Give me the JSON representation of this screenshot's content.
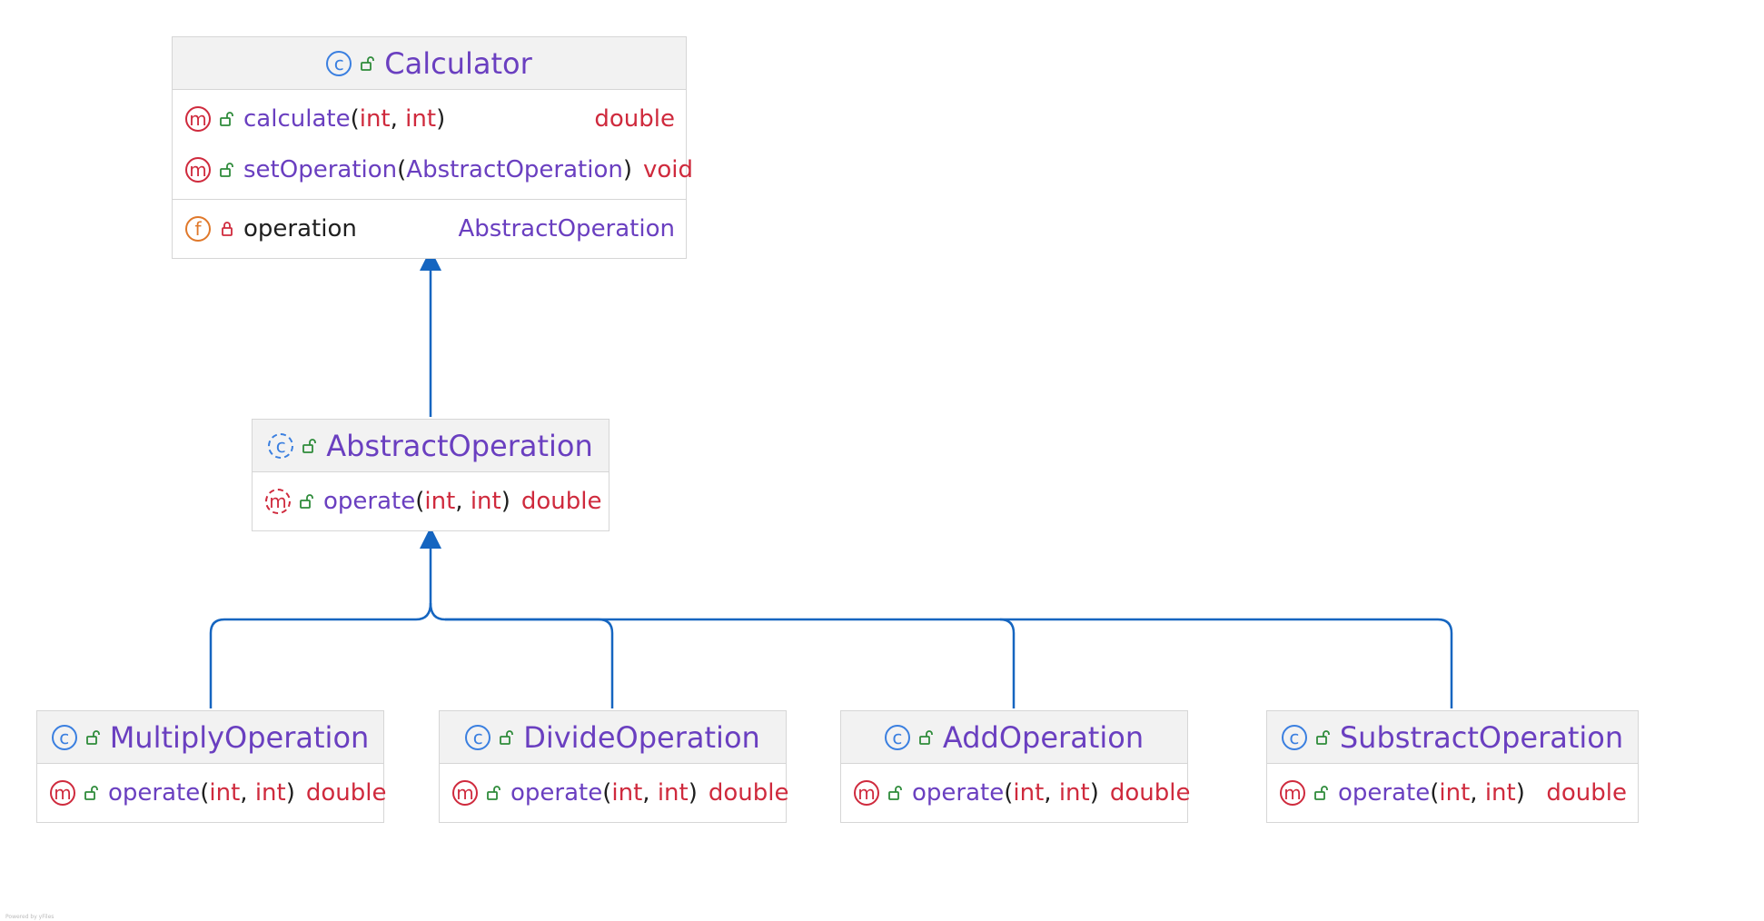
{
  "classes": {
    "calculator": {
      "name": "Calculator",
      "methods": [
        {
          "name": "calculate",
          "params": [
            "int",
            "int"
          ],
          "return": "double"
        },
        {
          "name": "setOperation",
          "params": [
            "AbstractOperation"
          ],
          "return": "void"
        }
      ],
      "fields": [
        {
          "name": "operation",
          "type": "AbstractOperation"
        }
      ]
    },
    "abstract_operation": {
      "name": "AbstractOperation",
      "methods": [
        {
          "name": "operate",
          "params": [
            "int",
            "int"
          ],
          "return": "double"
        }
      ]
    },
    "multiply": {
      "name": "MultiplyOperation",
      "methods": [
        {
          "name": "operate",
          "params": [
            "int",
            "int"
          ],
          "return": "double"
        }
      ]
    },
    "divide": {
      "name": "DivideOperation",
      "methods": [
        {
          "name": "operate",
          "params": [
            "int",
            "int"
          ],
          "return": "double"
        }
      ]
    },
    "add": {
      "name": "AddOperation",
      "methods": [
        {
          "name": "operate",
          "params": [
            "int",
            "int"
          ],
          "return": "double"
        }
      ]
    },
    "substract": {
      "name": "SubstractOperation",
      "methods": [
        {
          "name": "operate",
          "params": [
            "int",
            "int"
          ],
          "return": "double"
        }
      ]
    }
  },
  "icons": {
    "class": "class-icon",
    "method": "method-icon",
    "abstract_method": "abstract-method-icon",
    "field": "field-icon",
    "public": "unlocked-icon",
    "private": "locked-icon"
  },
  "glyphs": {
    "class": "c",
    "method": "m",
    "field": "f"
  },
  "punct": {
    "open": "(",
    "close": ")",
    "comma": ", "
  },
  "footer": "Powered by yFiles",
  "colors": {
    "edge": "#1565c0",
    "class_name": "#6a3fc0",
    "type": "#cf2a3d",
    "class_icon": "#3a7fe0",
    "public_icon": "#2e8b3a",
    "private_icon": "#cf2a3d",
    "field_icon": "#e0782a",
    "header_bg": "#f2f2f2",
    "border": "#d6d6d6"
  }
}
